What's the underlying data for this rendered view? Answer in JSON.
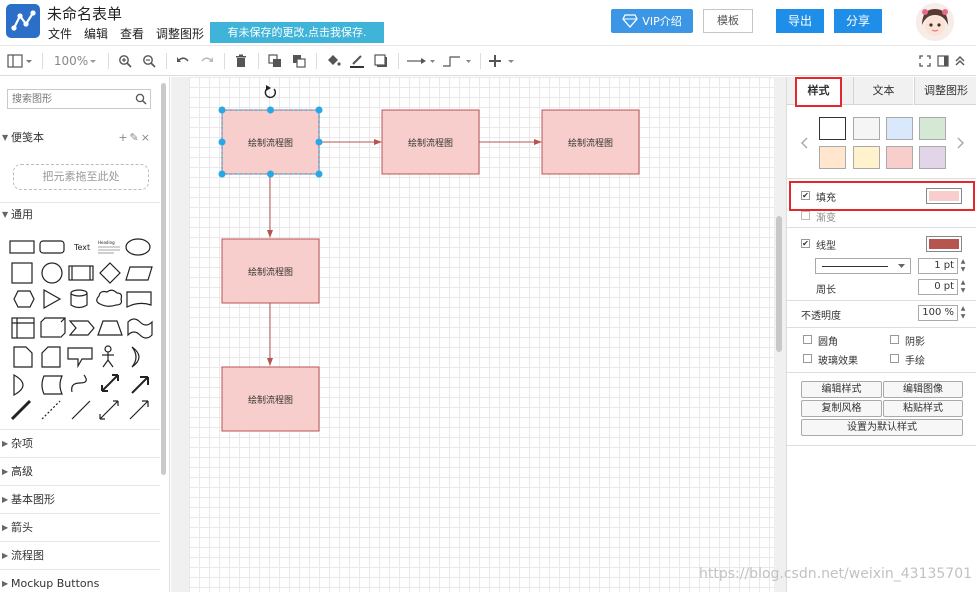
{
  "header": {
    "doc_title": "未命名表单",
    "menu": [
      "文件",
      "编辑",
      "查看",
      "调整图形"
    ],
    "unsaved_notice": "有未保存的更改,点击我保存.",
    "vip_label": "VIP介绍",
    "template_label": "模板",
    "export_label": "导出",
    "share_label": "分享"
  },
  "toolbar": {
    "zoom": "100%"
  },
  "sidebar": {
    "search_placeholder": "搜索图形",
    "notebook_title": "便笺本",
    "notebook_actions": "+✎×",
    "drop_hint": "把元素拖至此处",
    "general_title": "通用",
    "text_shape_label": "Text",
    "heading_shape_label": "Heading",
    "collapsed_sections": [
      "杂项",
      "高级",
      "基本图形",
      "箭头",
      "流程图",
      "Mockup Buttons"
    ]
  },
  "canvas": {
    "nodes": [
      {
        "label": "绘制流程图"
      },
      {
        "label": "绘制流程图"
      },
      {
        "label": "绘制流程图"
      },
      {
        "label": "绘制流程图"
      },
      {
        "label": "绘制流程图"
      }
    ],
    "node_fill": "#f8cecc",
    "node_stroke": "#b85450",
    "selection_color": "#29a8e6"
  },
  "format_panel": {
    "tabs": [
      "样式",
      "文本",
      "调整图形"
    ],
    "swatches": [
      "#ffffff",
      "#f5f5f5",
      "#dae8fc",
      "#d5e8d4",
      "#ffe6cc",
      "#fff2cc",
      "#f8cecc",
      "#e1d5e7"
    ],
    "fill_label": "填充",
    "fill_color": "#f8cecc",
    "gradient_label": "渐变",
    "line_label": "线型",
    "line_color": "#b85450",
    "line_width": "1 pt",
    "perimeter_label": "周长",
    "perimeter_value": "0 pt",
    "opacity_label": "不透明度",
    "opacity_value": "100 %",
    "rounded_label": "圆角",
    "shadow_label": "阴影",
    "glass_label": "玻璃效果",
    "sketch_label": "手绘",
    "edit_style_label": "编辑样式",
    "edit_image_label": "编辑图像",
    "copy_style_label": "复制风格",
    "paste_style_label": "粘贴样式",
    "set_default_label": "设置为默认样式"
  },
  "watermark": "https://blog.csdn.net/weixin_43135701"
}
